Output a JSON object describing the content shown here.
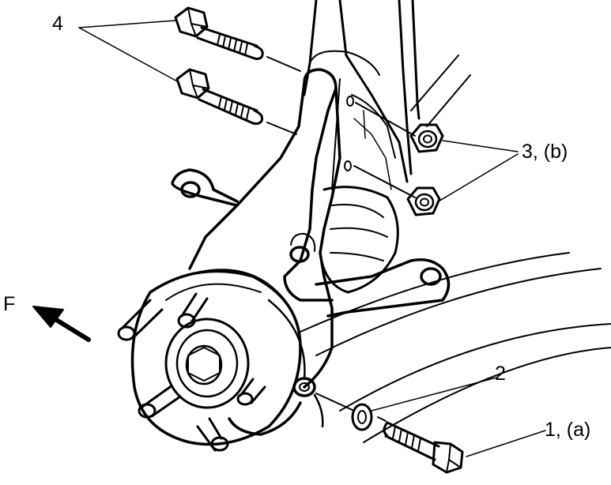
{
  "callouts": {
    "bolts_upper": "4",
    "nuts": "3, (b)",
    "washer": "2",
    "bolt_lower": "1, (a)",
    "front_direction": "F"
  }
}
